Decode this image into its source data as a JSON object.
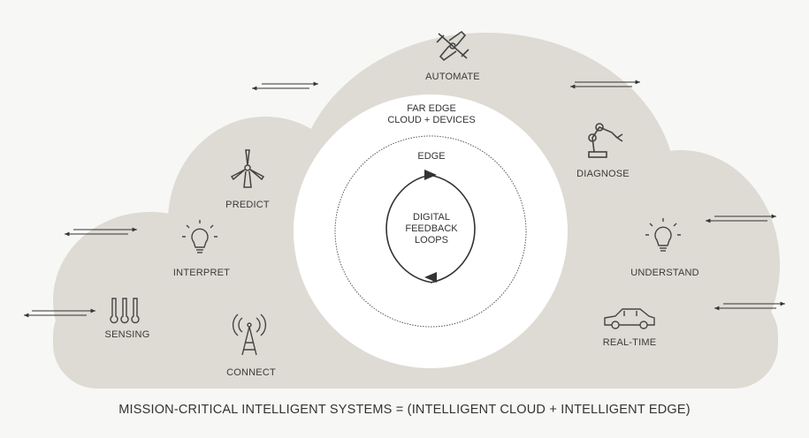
{
  "center": {
    "far_edge_line1": "FAR EDGE",
    "far_edge_line2": "CLOUD + DEVICES",
    "edge": "EDGE",
    "loop_line1": "DIGITAL",
    "loop_line2": "FEEDBACK",
    "loop_line3": "LOOPS"
  },
  "nodes": {
    "automate": {
      "label": "AUTOMATE",
      "icon": "drone-icon"
    },
    "diagnose": {
      "label": "DIAGNOSE",
      "icon": "robot-arm-icon"
    },
    "predict": {
      "label": "PREDICT",
      "icon": "wind-turbine-icon"
    },
    "interpret": {
      "label": "INTERPRET",
      "icon": "lightbulb-icon"
    },
    "understand": {
      "label": "UNDERSTAND",
      "icon": "lightbulb-icon"
    },
    "sensing": {
      "label": "SENSING",
      "icon": "thermometer-icon"
    },
    "connect": {
      "label": "CONNECT",
      "icon": "radio-tower-icon"
    },
    "real_time": {
      "label": "REAL-TIME",
      "icon": "car-icon"
    }
  },
  "caption": "MISSION-CRITICAL INTELLIGENT SYSTEMS = (INTELLIGENT CLOUD + INTELLIGENT EDGE)",
  "colors": {
    "cloud": "#dddbd3",
    "background": "#f7f7f5",
    "ink": "#333333",
    "inner": "#ffffff"
  }
}
